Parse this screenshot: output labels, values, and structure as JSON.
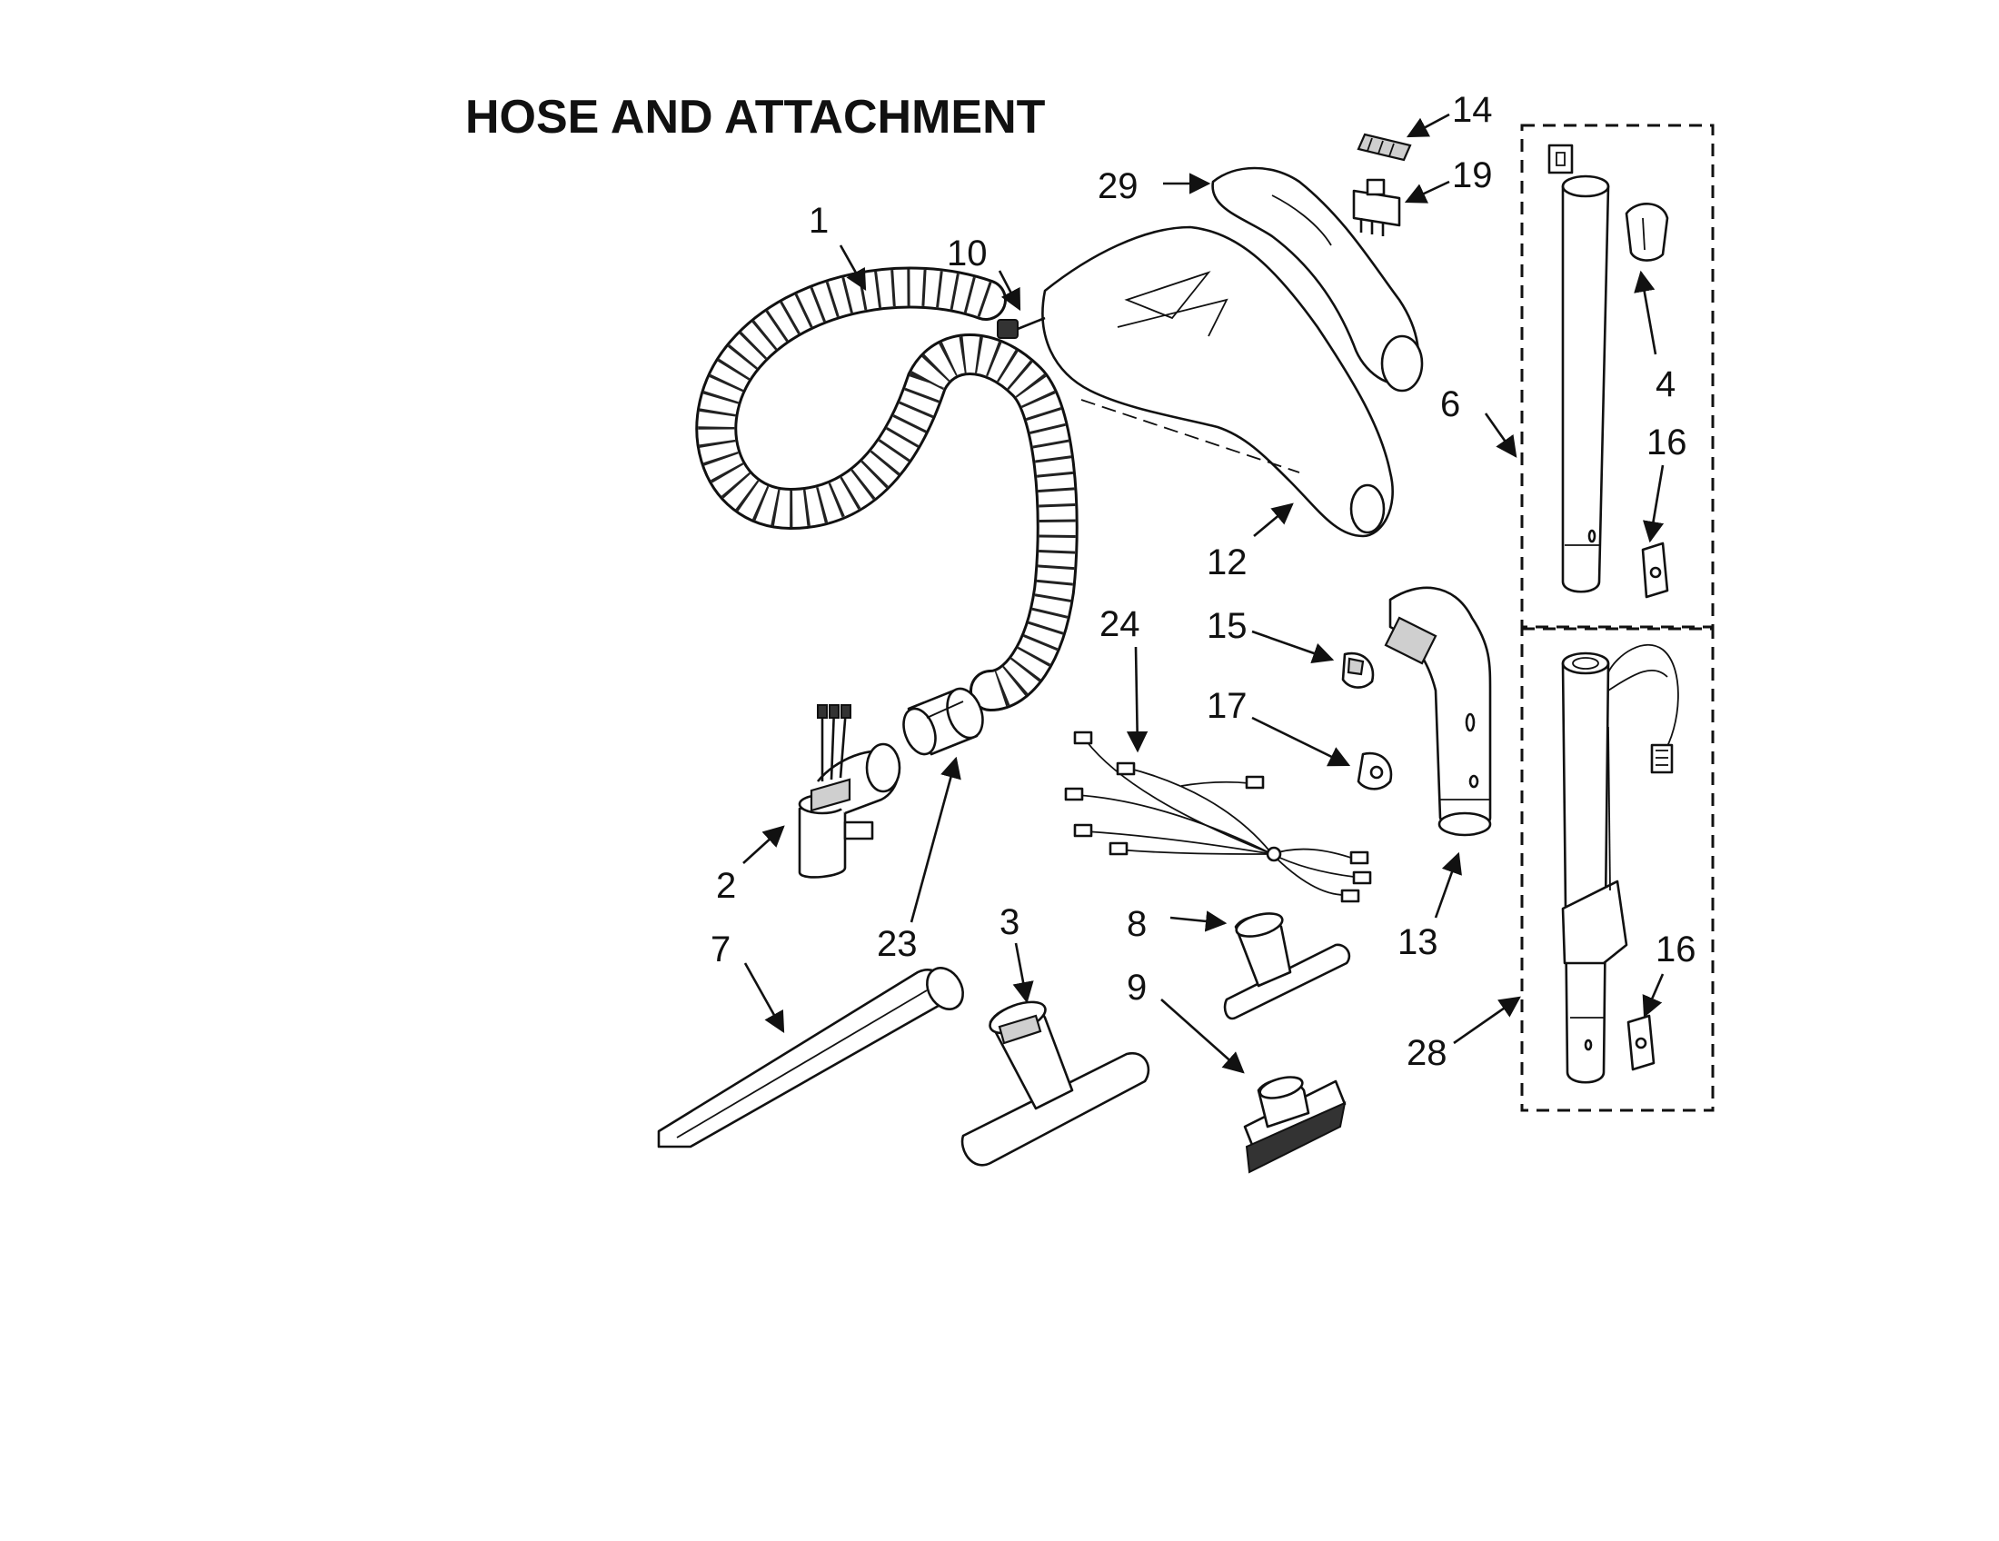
{
  "title": "HOSE AND ATTACHMENT",
  "callouts": [
    {
      "id": "c1",
      "label": "1"
    },
    {
      "id": "c2",
      "label": "2"
    },
    {
      "id": "c3",
      "label": "3"
    },
    {
      "id": "c4",
      "label": "4"
    },
    {
      "id": "c6",
      "label": "6"
    },
    {
      "id": "c7",
      "label": "7"
    },
    {
      "id": "c8",
      "label": "8"
    },
    {
      "id": "c9",
      "label": "9"
    },
    {
      "id": "c10",
      "label": "10"
    },
    {
      "id": "c12",
      "label": "12"
    },
    {
      "id": "c13",
      "label": "13"
    },
    {
      "id": "c14",
      "label": "14"
    },
    {
      "id": "c15",
      "label": "15"
    },
    {
      "id": "c16a",
      "label": "16"
    },
    {
      "id": "c16b",
      "label": "16"
    },
    {
      "id": "c17",
      "label": "17"
    },
    {
      "id": "c19",
      "label": "19"
    },
    {
      "id": "c23",
      "label": "23"
    },
    {
      "id": "c24",
      "label": "24"
    },
    {
      "id": "c28",
      "label": "28"
    },
    {
      "id": "c29",
      "label": "29"
    }
  ]
}
